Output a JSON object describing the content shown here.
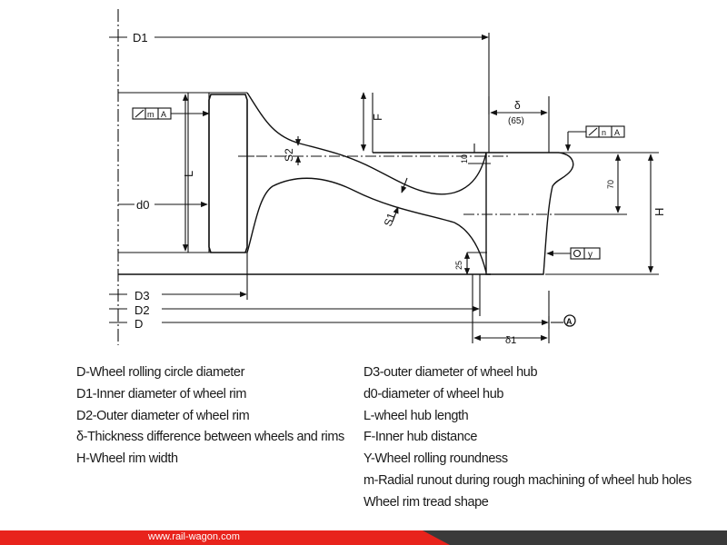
{
  "diagram": {
    "labels": {
      "D1": "D1",
      "D3": "D3",
      "D2": "D2",
      "D": "D",
      "F": "F",
      "L": "L",
      "d0": "d0",
      "S2": "S2",
      "S1": "S1",
      "H": "H",
      "delta": "δ",
      "delta1": "δ1",
      "dim65": "(65)",
      "dim10": "10",
      "dim25": "25",
      "dim70": "70",
      "datumA": "A",
      "tolMA_m": "m",
      "tolMA_a": "A",
      "tolNA_n": "n",
      "tolNA_a": "A",
      "tolOY_o": "o",
      "tolOY_y": "y"
    }
  },
  "legend": {
    "left": [
      "D-Wheel rolling circle diameter",
      "D1-Inner diameter of wheel rim",
      "D2-Outer diameter of wheel rim",
      "δ-Thickness difference between wheels and rims",
      "H-Wheel rim width"
    ],
    "right": [
      "D3-outer diameter of wheel hub",
      "d0-diameter of wheel hub",
      "L-wheel hub length",
      "F-Inner hub distance",
      "Y-Wheel rolling roundness",
      "m-Radial runout during rough machining of wheel hub holes",
      "Wheel rim tread shape"
    ]
  },
  "footer": {
    "url": "www.rail-wagon.com"
  },
  "colors": {
    "line": "#111111",
    "footer_red": "#e8231c",
    "footer_dark": "#3a3a3a"
  }
}
